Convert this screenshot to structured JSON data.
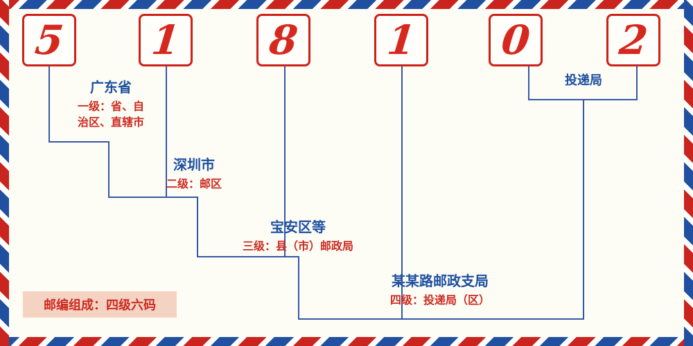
{
  "postal_code": {
    "digits": [
      "5",
      "1",
      "8",
      "1",
      "0",
      "2"
    ]
  },
  "annotations": {
    "level1": {
      "title": "广东省",
      "desc_line1": "一级：省、自",
      "desc_line2": "治区、直辖市"
    },
    "level2": {
      "title": "深圳市",
      "desc": "二级：邮区"
    },
    "level3": {
      "title": "宝安区等",
      "desc": "三级：县（市）邮政局"
    },
    "level4": {
      "title": "某某路邮政支局",
      "desc": "四级：投递局（区）"
    },
    "delivery_office": {
      "title": "投递局"
    }
  },
  "footer": {
    "badge": "邮编组成：四级六码"
  },
  "colors": {
    "digit_red": "#d5281e",
    "box_border_red": "#cc2018",
    "label_blue": "#1d4fa0",
    "label_red": "#cc2a21",
    "line_blue": "#3356a6",
    "badge_bg": "#f5d3c3",
    "border_red": "#c9241e",
    "border_blue": "#20509f",
    "bg": "#fdfdf5"
  }
}
